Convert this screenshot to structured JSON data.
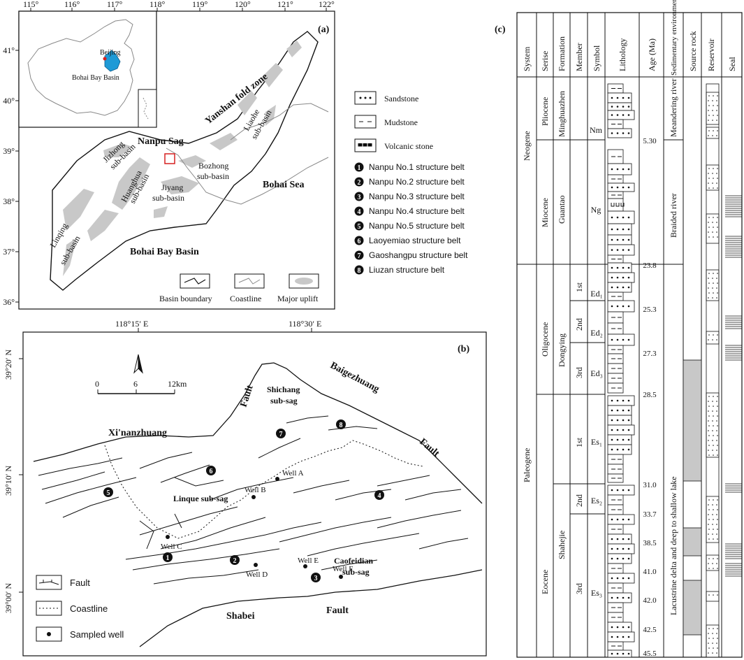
{
  "colors": {
    "uplift": "#c8c8c8",
    "china_fill": "#ffffff",
    "basin_highlight": "#1f9ad6",
    "source_rock": "#c8c8c8",
    "box": "#d62020"
  },
  "panel_a": {
    "label": "(a)",
    "lon_ticks": [
      "115°",
      "116°",
      "117°",
      "118°",
      "119°",
      "120°",
      "121°",
      "122°"
    ],
    "lat_ticks": [
      "41°",
      "40°",
      "39°",
      "38°",
      "37°",
      "36°"
    ],
    "inset_labels": {
      "beijing": "Beijing",
      "basin": "Bohai Bay Basin"
    },
    "labels": {
      "yanshan": "Yanshan fold zone",
      "nanpu": "Nanpu Sag",
      "bohai_sea": "Bohai Sea",
      "bohai_bay_basin": "Bohai Bay Basin",
      "jizhong": "Jizhong",
      "jizhong2": "sub-basin",
      "huanghua": "Huanghua",
      "huanghua2": "sub-basin",
      "jiyang": "Jiyang",
      "jiyang2": "sub-basin",
      "linqing": "Linqing",
      "linqing2": "sub-basin",
      "bozhong": "Bozhong",
      "bozhong2": "sub-basin",
      "liaohe": "Liaohe",
      "liaohe2": "sub-basin"
    },
    "legend": [
      "Basin boundary",
      "Coastline",
      "Major uplift"
    ]
  },
  "middle_legend": {
    "lithology": [
      "Sandstone",
      "Mudstone",
      "Volcanic stone"
    ],
    "belts": [
      {
        "num": "1",
        "label": "Nanpu No.1 structure belt"
      },
      {
        "num": "2",
        "label": "Nanpu No.2 structure belt"
      },
      {
        "num": "3",
        "label": "Nanpu No.3 structure belt"
      },
      {
        "num": "4",
        "label": "Nanpu No.4 structure belt"
      },
      {
        "num": "5",
        "label": "Nanpu No.5 structure belt"
      },
      {
        "num": "6",
        "label": "Laoyemiao structure belt"
      },
      {
        "num": "7",
        "label": "Gaoshangpu structure belt"
      },
      {
        "num": "8",
        "label": "Liuzan structure belt"
      }
    ]
  },
  "panel_b": {
    "label": "(b)",
    "lon_ticks": [
      "118°15′ E",
      "118°30′ E"
    ],
    "lat_ticks": [
      "39°20′ N",
      "39°10′ N",
      "39°00′ N"
    ],
    "scale": [
      "0",
      "6",
      "12km"
    ],
    "labels": {
      "fault": "Fault",
      "shichang": "Shichang",
      "shichang2": "sub-sag",
      "baigezhuang": "Baigezhuang",
      "xinanzhuang": "Xi'nanzhuang",
      "linque": "Linque sub-sag",
      "caofeidian": "Caofeidian",
      "caofeidian2": "sub-sag",
      "shabei": "Shabei"
    },
    "wells": [
      "Well A",
      "Well B",
      "Well C",
      "Well D",
      "Well E",
      "Well F"
    ],
    "legend": [
      "Fault",
      "Coastline",
      "Sampled well"
    ]
  },
  "panel_c": {
    "label": "(c)",
    "headers": [
      "System",
      "Serise",
      "Formation",
      "Member",
      "Symbol",
      "Lithology",
      "Age (Ma)",
      "Sedimentary environments",
      "Source rock",
      "Reservoir",
      "Seal"
    ],
    "systems": [
      "Neogene",
      "Paleogene"
    ],
    "series": [
      "Pliocene",
      "Miocene",
      "Oligocene",
      "Eocene"
    ],
    "formations": [
      "Minghuazhen",
      "Guantao",
      "Dongying",
      "Shahejie"
    ],
    "members": [
      "1st",
      "2nd",
      "3rd",
      "1st",
      "2nd",
      "3rd"
    ],
    "symbols": [
      "Nm",
      "Ng",
      "Ed₁",
      "Ed₂",
      "Ed₃",
      "Es₁",
      "Es₂",
      "Es₃"
    ],
    "ages": [
      "5.30",
      "23.8",
      "25.3",
      "27.3",
      "28.5",
      "31.0",
      "33.7",
      "38.5",
      "41.0",
      "42.0",
      "42.5",
      "45.5"
    ],
    "environments": [
      "Meandering river",
      "Braided river",
      "Lacustrine delta and deep to shallow lake"
    ]
  }
}
